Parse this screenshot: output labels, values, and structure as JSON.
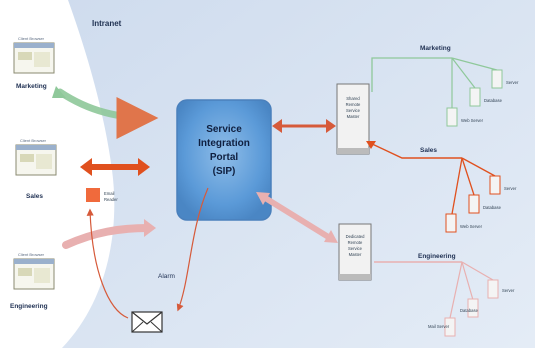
{
  "intranet_label": "Intranet",
  "clients": [
    {
      "caption": "Client Browser",
      "label": "Marketing"
    },
    {
      "caption": "Client Browser",
      "label": "Sales"
    },
    {
      "caption": "Client Browser",
      "label": "Engineering"
    }
  ],
  "email_reader": "Email Reader",
  "alarm_label": "Alarm",
  "sip": {
    "line1": "Service",
    "line2": "Integration",
    "line3": "Portal",
    "line4": "(SIP)"
  },
  "shared_master": [
    "Shared",
    "Remote",
    "Service",
    "Master"
  ],
  "dedicated_master": [
    "Dedicated",
    "Remote",
    "Service",
    "Master"
  ],
  "groups": [
    {
      "label": "Marketing",
      "servers": [
        "Server",
        "Database",
        "Web Server"
      ]
    },
    {
      "label": "Sales",
      "servers": [
        "Server",
        "Database",
        "Web Server"
      ]
    },
    {
      "label": "Engineering",
      "servers": [
        "Server",
        "Database",
        "Mail Server"
      ]
    }
  ],
  "colors": {
    "marketing": "#8fc89a",
    "sales": "#e0501e",
    "engineering": "#e8b0b0",
    "sip_box": "#5b9ad8",
    "background": "#dce6f3"
  }
}
